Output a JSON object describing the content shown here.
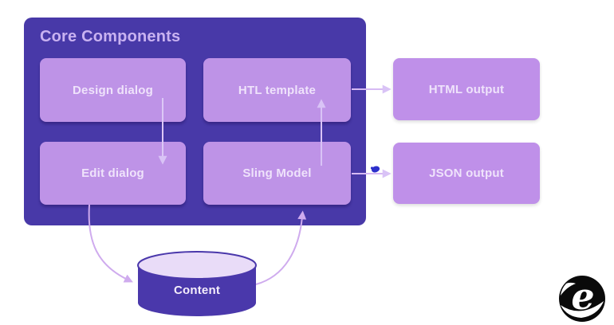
{
  "diagram": {
    "title": "Core Components",
    "nodes": {
      "design_dialog": "Design dialog",
      "htl_template": "HTL template",
      "edit_dialog": "Edit dialog",
      "sling_model": "Sling Model",
      "html_output": "HTML output",
      "json_output": "JSON output",
      "content_store": "Content"
    },
    "edges": [
      {
        "from": "Design dialog",
        "to": "Edit dialog",
        "style": "straight-down-arrow"
      },
      {
        "from": "Sling Model",
        "to": "HTL template",
        "style": "straight-up-arrow"
      },
      {
        "from": "HTL template",
        "to": "HTML output",
        "style": "straight-right-arrow"
      },
      {
        "from": "Sling Model",
        "to": "JSON output",
        "style": "straight-right-arrow"
      },
      {
        "from": "Edit dialog",
        "to": "Content",
        "style": "curved-arrow"
      },
      {
        "from": "Content",
        "to": "Sling Model",
        "style": "curved-arrow"
      }
    ],
    "colors": {
      "canvas_bg": "#ffffff",
      "container_bg": "#4839a8",
      "inner_node_bg": "#be93e7",
      "output_node_bg": "#bf90e9",
      "node_text": "#efe3fb",
      "title_text": "#c9b2f1",
      "straight_arrow": "#d9c3f6",
      "curved_arrow": "#cfabee",
      "cylinder_body": "#4a38ab",
      "cylinder_top": "#e9dcf8",
      "cursor_dot": "#2c2fcb",
      "logo": "#0a0a0a"
    },
    "logo": {
      "glyph": "e"
    }
  }
}
